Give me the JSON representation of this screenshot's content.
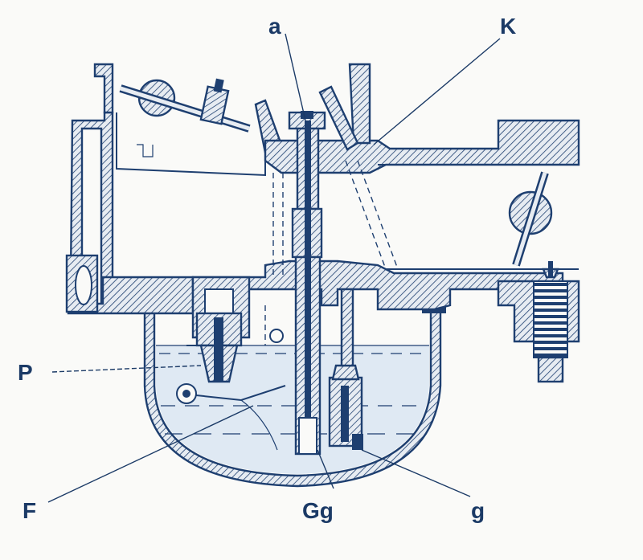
{
  "labels": {
    "a": "a",
    "K": "K",
    "P": "P",
    "F": "F",
    "Gg": "Gg",
    "g": "g"
  },
  "colors": {
    "ink": "#1e3f70",
    "label": "#1b3a66",
    "fuel": "#dfe9f3",
    "background": "#fafaf8"
  }
}
